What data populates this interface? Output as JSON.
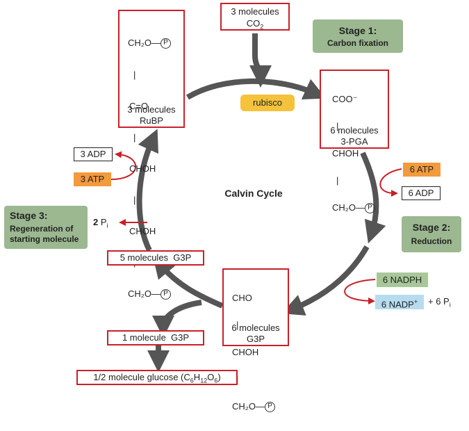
{
  "title": "Calvin Cycle",
  "enzyme": "rubisco",
  "stages": [
    {
      "heading": "Stage 1:",
      "name": "Carbon fixation"
    },
    {
      "heading": "Stage 2:",
      "name": "Reduction"
    },
    {
      "heading": "Stage 3:",
      "name": "Regeneration of starting molecule"
    }
  ],
  "co2": {
    "count": "3 molecules",
    "formula": "CO",
    "sub": "2"
  },
  "rubp": {
    "structure": [
      "CH₂O—",
      "C=O",
      "CHOH",
      "CHOH",
      "CH₂O—"
    ],
    "phosphate": "P",
    "count": "3 molecules",
    "name": "RuBP"
  },
  "pga": {
    "structure": [
      "COO⁻",
      "CHOH",
      "CH₂O—"
    ],
    "phosphate": "P",
    "count": "6 molecules",
    "name": "3-PGA"
  },
  "g3p": {
    "structure": [
      "CHO",
      "CHOH",
      "CH₂O—"
    ],
    "phosphate": "P",
    "count": "6 molecules",
    "name": "G3P"
  },
  "energy": {
    "atp_in_stage2": "6 ATP",
    "adp_out_stage2": "6 ADP",
    "nadph_in": "6 NADPH",
    "nadp_out": "6 NADP",
    "nadp_sup": "+",
    "pi_out_stage2": "+ 6 P",
    "pi_sub": "i",
    "atp_in_stage3": "3 ATP",
    "adp_out_stage3": "3 ADP",
    "pi_out_stage3_num": "2",
    "pi_out_stage3": "P",
    "pi_out_stage3_sub": "i"
  },
  "g3p_five": "5 molecules  G3P",
  "g3p_one": "1 molecule  G3P",
  "glucose": {
    "text": "1/2 molecule glucose (C",
    "s1": "6",
    "h": "H",
    "s2": "12",
    "o": "O",
    "s3": "6",
    "end": ")"
  },
  "colors": {
    "arrow": "#555555",
    "red": "#c8202a",
    "stage": "#9bb890",
    "atp": "#f29a3c",
    "nadph": "#a8c89a",
    "nadp": "#b8dcef",
    "rubisco": "#f5c23c"
  }
}
